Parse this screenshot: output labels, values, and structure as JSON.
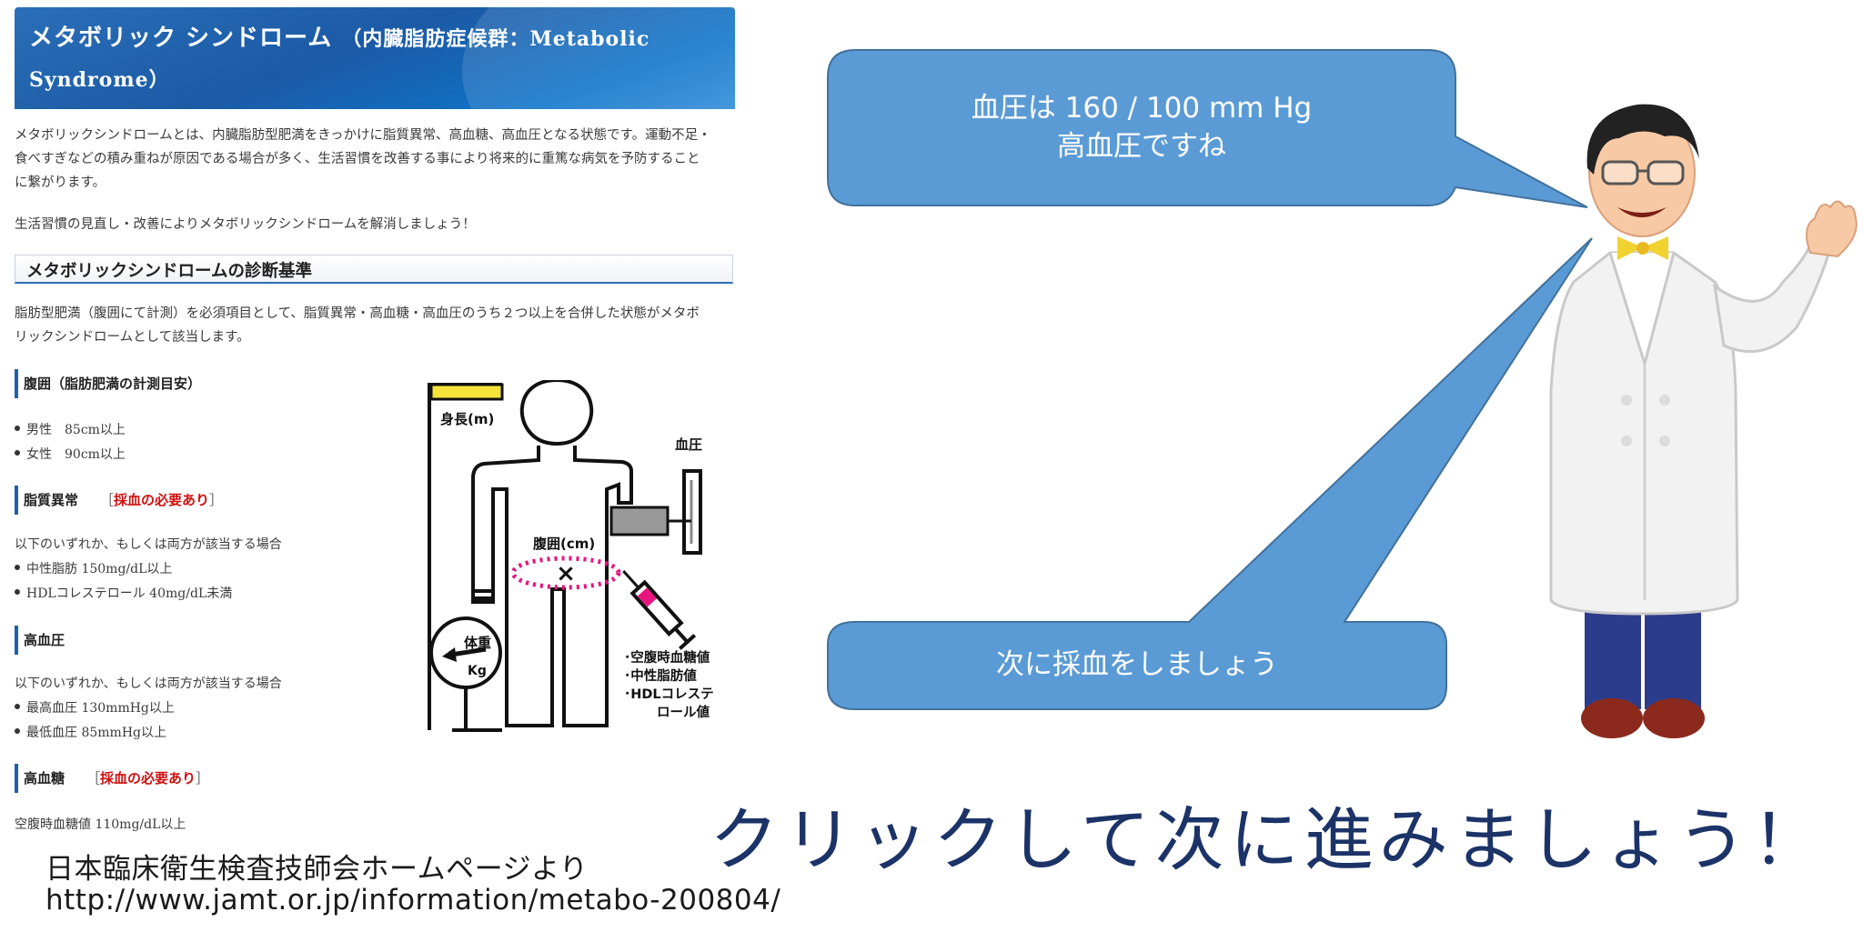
{
  "article": {
    "title": "メタボリック シンドローム",
    "title_sub": "（内臓脂肪症候群：Metabolic Syndrome）",
    "intro_lines": [
      "メタボリックシンドロームとは、内臓脂肪型肥満をきっかけに脂質異常、高血糖、高血圧となる状態です。運動不足・",
      "食べすぎなどの積み重ねが原因である場合が多く、生活習慣を改善する事により将来的に重篤な病気を予防すること",
      "に繋がります。"
    ],
    "intro2": "生活習慣の見直し・改善によりメタボリックシンドロームを解消しましょう！",
    "criteria_heading": "メタボリックシンドロームの診断基準",
    "criteria_lines": [
      "脂肪型肥満（腹囲にて計測）を必須項目として、脂質異常・高血糖・高血圧のうち２つ以上を合併した状態がメタボ",
      "リックシンドロームとして該当します。"
    ],
    "waist": {
      "heading": "腹囲（脂肪肥満の計測目安）",
      "items": [
        "男性　85cm以上",
        "女性　90cm以上"
      ]
    },
    "lipid": {
      "heading": "脂質異常",
      "bracket_open": "［",
      "required": "採血の必要あり",
      "bracket_close": "］",
      "note": "以下のいずれか、もしくは両方が該当する場合",
      "items": [
        "中性脂肪 150mg/dL以上",
        "HDLコレステロール 40mg/dL未満"
      ]
    },
    "bp": {
      "heading": "高血圧",
      "note": "以下のいずれか、もしくは両方が該当する場合",
      "items": [
        "最高血圧 130mmHg以上",
        "最低血圧 85mmHg以上"
      ]
    },
    "glucose": {
      "heading": "高血糖",
      "bracket_open": "［",
      "required": "採血の必要あり",
      "bracket_close": "］",
      "item": "空腹時血糖値 110mg/dL以上"
    }
  },
  "illustration": {
    "height_label": "身長(m)",
    "bp_label": "血圧",
    "waist_label": "腹囲(cm)",
    "weight_label": "体重",
    "weight_unit": "Kg",
    "blood_tests": [
      "･空腹時血糖値",
      "･中性脂肪値",
      "･HDLコレステ",
      "ロール値"
    ]
  },
  "source": {
    "line1": "日本臨床衛生検査技師会ホームページより",
    "line2": "http://www.jamt.or.jp/information/metabo-200804/"
  },
  "bubble_top": {
    "line1": "血圧は 160 / 100 mm Hg",
    "line2": "高血圧ですね"
  },
  "bubble_bottom": {
    "text": "次に採血をしましょう"
  },
  "cta": "クリックして次に進みましょう！",
  "colors": {
    "bubble_fill": "#5b9bd5",
    "bubble_stroke": "#41719c",
    "header_blue": "#1c5aa6",
    "required_red": "#d01010",
    "cta_text": "#1c3368",
    "waist_pink": "#e8157e",
    "scale_yellow": "#f5e33a"
  }
}
